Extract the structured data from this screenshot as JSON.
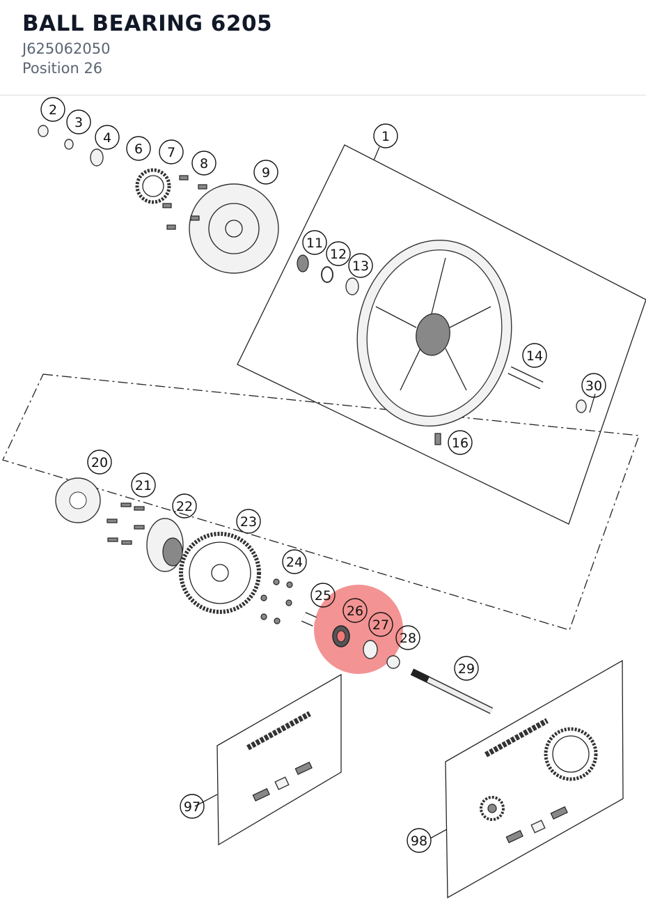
{
  "header": {
    "title": "BALL BEARING 6205",
    "part_number": "J625062050",
    "position": "Position 26"
  },
  "highlight": {
    "color": "#f07878",
    "position": "26"
  },
  "callouts": [
    {
      "n": "1"
    },
    {
      "n": "2"
    },
    {
      "n": "3"
    },
    {
      "n": "4"
    },
    {
      "n": "6"
    },
    {
      "n": "7"
    },
    {
      "n": "8"
    },
    {
      "n": "9"
    },
    {
      "n": "11"
    },
    {
      "n": "12"
    },
    {
      "n": "13"
    },
    {
      "n": "14"
    },
    {
      "n": "16"
    },
    {
      "n": "20"
    },
    {
      "n": "21"
    },
    {
      "n": "22"
    },
    {
      "n": "23"
    },
    {
      "n": "24"
    },
    {
      "n": "25"
    },
    {
      "n": "26"
    },
    {
      "n": "27"
    },
    {
      "n": "28"
    },
    {
      "n": "29"
    },
    {
      "n": "30"
    },
    {
      "n": "97"
    },
    {
      "n": "98"
    }
  ]
}
